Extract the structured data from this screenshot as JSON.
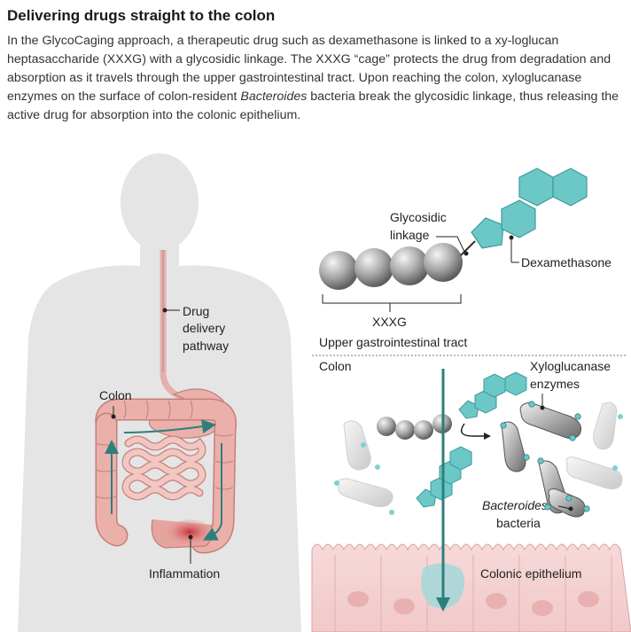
{
  "header": {
    "title": "Delivering drugs straight to the colon",
    "intro_a": "In the GlycoCaging approach, a therapeutic drug such as dexamethasone is linked to a xy-loglucan heptasaccharide (XXXG) with a glycosidic linkage. The XXXG “cage” protects the drug from degradation and absorption as it travels through the upper gastrointestinal tract. Upon reaching the colon, xyloglucanase enzymes on the surface of colon-resident ",
    "intro_italic": "Bacteroides",
    "intro_b": " bacteria break the glycosidic linkage, thus releasing the active drug for absorption into the colonic epithelium."
  },
  "body_labels": {
    "drug_path_1": "Drug",
    "drug_path_2": "delivery",
    "drug_path_3": "pathway",
    "colon": "Colon",
    "inflammation": "Inflammation"
  },
  "molecule_labels": {
    "glyco_1": "Glycosidic",
    "glyco_2": "linkage",
    "dexamethasone": "Dexamethasone",
    "xxxg": "XXXG",
    "upper_gi": "Upper gastrointestinal tract"
  },
  "colon_labels": {
    "colon": "Colon",
    "enzymes_1": "Xyloglucanase",
    "enzymes_2": "enzymes",
    "bacteria_1": "Bacteroides",
    "bacteria_2": "bacteria",
    "epithelium": "Colonic epithelium"
  },
  "colors": {
    "drug": "#6cc7c7",
    "intestine": "#e9a9a4",
    "inflammation": "#c7474a",
    "arrow": "#2e7f7c",
    "silhouette": "#e4e4e4"
  }
}
